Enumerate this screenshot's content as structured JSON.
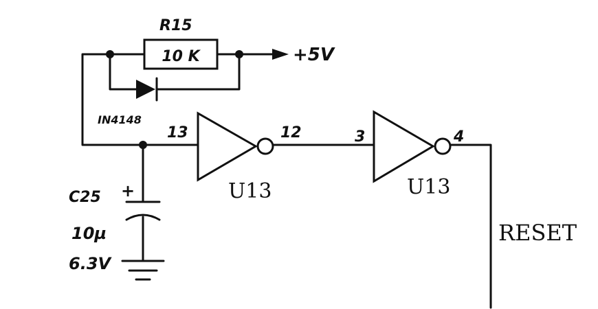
{
  "resistor": {
    "ref": "R15",
    "value": "10 K"
  },
  "supply": {
    "label": "+5V"
  },
  "diode": {
    "part": "IN4148"
  },
  "capacitor": {
    "ref": "C25",
    "polarity": "+",
    "value": "10µ",
    "voltage": "6.3V"
  },
  "inverters": [
    {
      "in_pin": "13",
      "out_pin": "12",
      "ref": "U13"
    },
    {
      "in_pin": "3",
      "out_pin": "4",
      "ref": "U13"
    }
  ],
  "signal": {
    "label": "RESET"
  }
}
